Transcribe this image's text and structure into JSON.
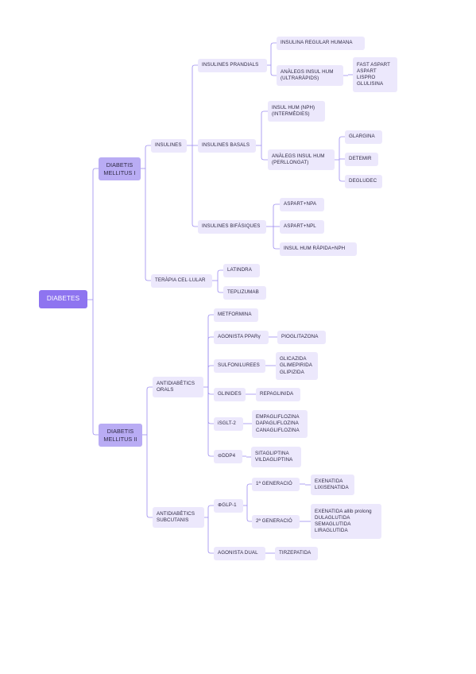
{
  "diagram": {
    "root": "DIABETES",
    "type1": {
      "label": "DIABETIS\nMELLITUS I",
      "insulines": {
        "label": "INSULINES",
        "prandials": {
          "label": "INSULINES PRANDIALS",
          "regular": "INSULINA REGULAR HUMANA",
          "analegs": "ANÀLEGS INSUL HUM\n(ULTRARÀPIDS)",
          "analegs_list": "FAST ASPART\nASPART\nLISPRO\nGLULISINA"
        },
        "basals": {
          "label": "INSULINES BASALS",
          "nph": "INSUL HUM (NPH)\n(INTERMÈDIES)",
          "analegs": "ANÀLEGS INSUL HUM\n(PERLLONGAT)",
          "glargina": "GLARGINA",
          "detemir": "DETEMIR",
          "degludec": "DEGLUDEC"
        },
        "bifasiques": {
          "label": "INSULINES BIFÀSIQUES",
          "aspart_npa": "ASPART+NPA",
          "aspart_npl": "ASPART+NPL",
          "rapida_nph": "INSUL HUM RÀPIDA+NPH"
        }
      },
      "terapia": {
        "label": "TERÀPIA CEL·LULAR",
        "latindra": "LATINDRA",
        "teplizumab": "TEPLIZUMAB"
      }
    },
    "type2": {
      "label": "DIABETIS\nMELLITUS II",
      "orals": {
        "label": "ANTIDIABÈTICS\nORALS",
        "metformina": "METFORMINA",
        "agonista_ppar": "AGONISTA PPARγ",
        "pioglitazona": "PIOGLITAZONA",
        "sulfonilurees": "SULFONILUREES",
        "sulfonilurees_list": "GLICAZIDA\nGLIMEPIRIDA\nGLIPIZIDA",
        "glinides": "GLINIDES",
        "repaglinida": "REPAGLINIDA",
        "isglt2": "iSGLT-2",
        "isglt2_list": "EMPAGLIFLOZINA\nDAPAGLIFLOZINA\nCANAGLIFLOZINA",
        "idpp4": "⊖DDP4",
        "idpp4_list": "SITAGLIPTINA\nVILDAGLIPTINA"
      },
      "subcutanis": {
        "label": "ANTIDIABÈTICS\nSUBCUTANIS",
        "glp1": "⊕GLP-1",
        "gen1": "1ª GENERACIÓ",
        "gen1_list": "EXENATIDA\nLIXISENATIDA",
        "gen2": "2ª GENERACIÓ",
        "gen2_list": "EXENATIDA allib prolong\nDULAGLUTIDA\nSEMAGLUTIDA\nLIRAGLUTIDA",
        "agonista_dual": "AGONISTA DUAL",
        "tirzepatida": "TIRZEPATIDA"
      }
    }
  },
  "colors": {
    "root": "#8e74f0",
    "level1": "#b9acf4",
    "node": "#ece8fc",
    "line": "#9c8cf0",
    "text": "#2f2a44"
  }
}
